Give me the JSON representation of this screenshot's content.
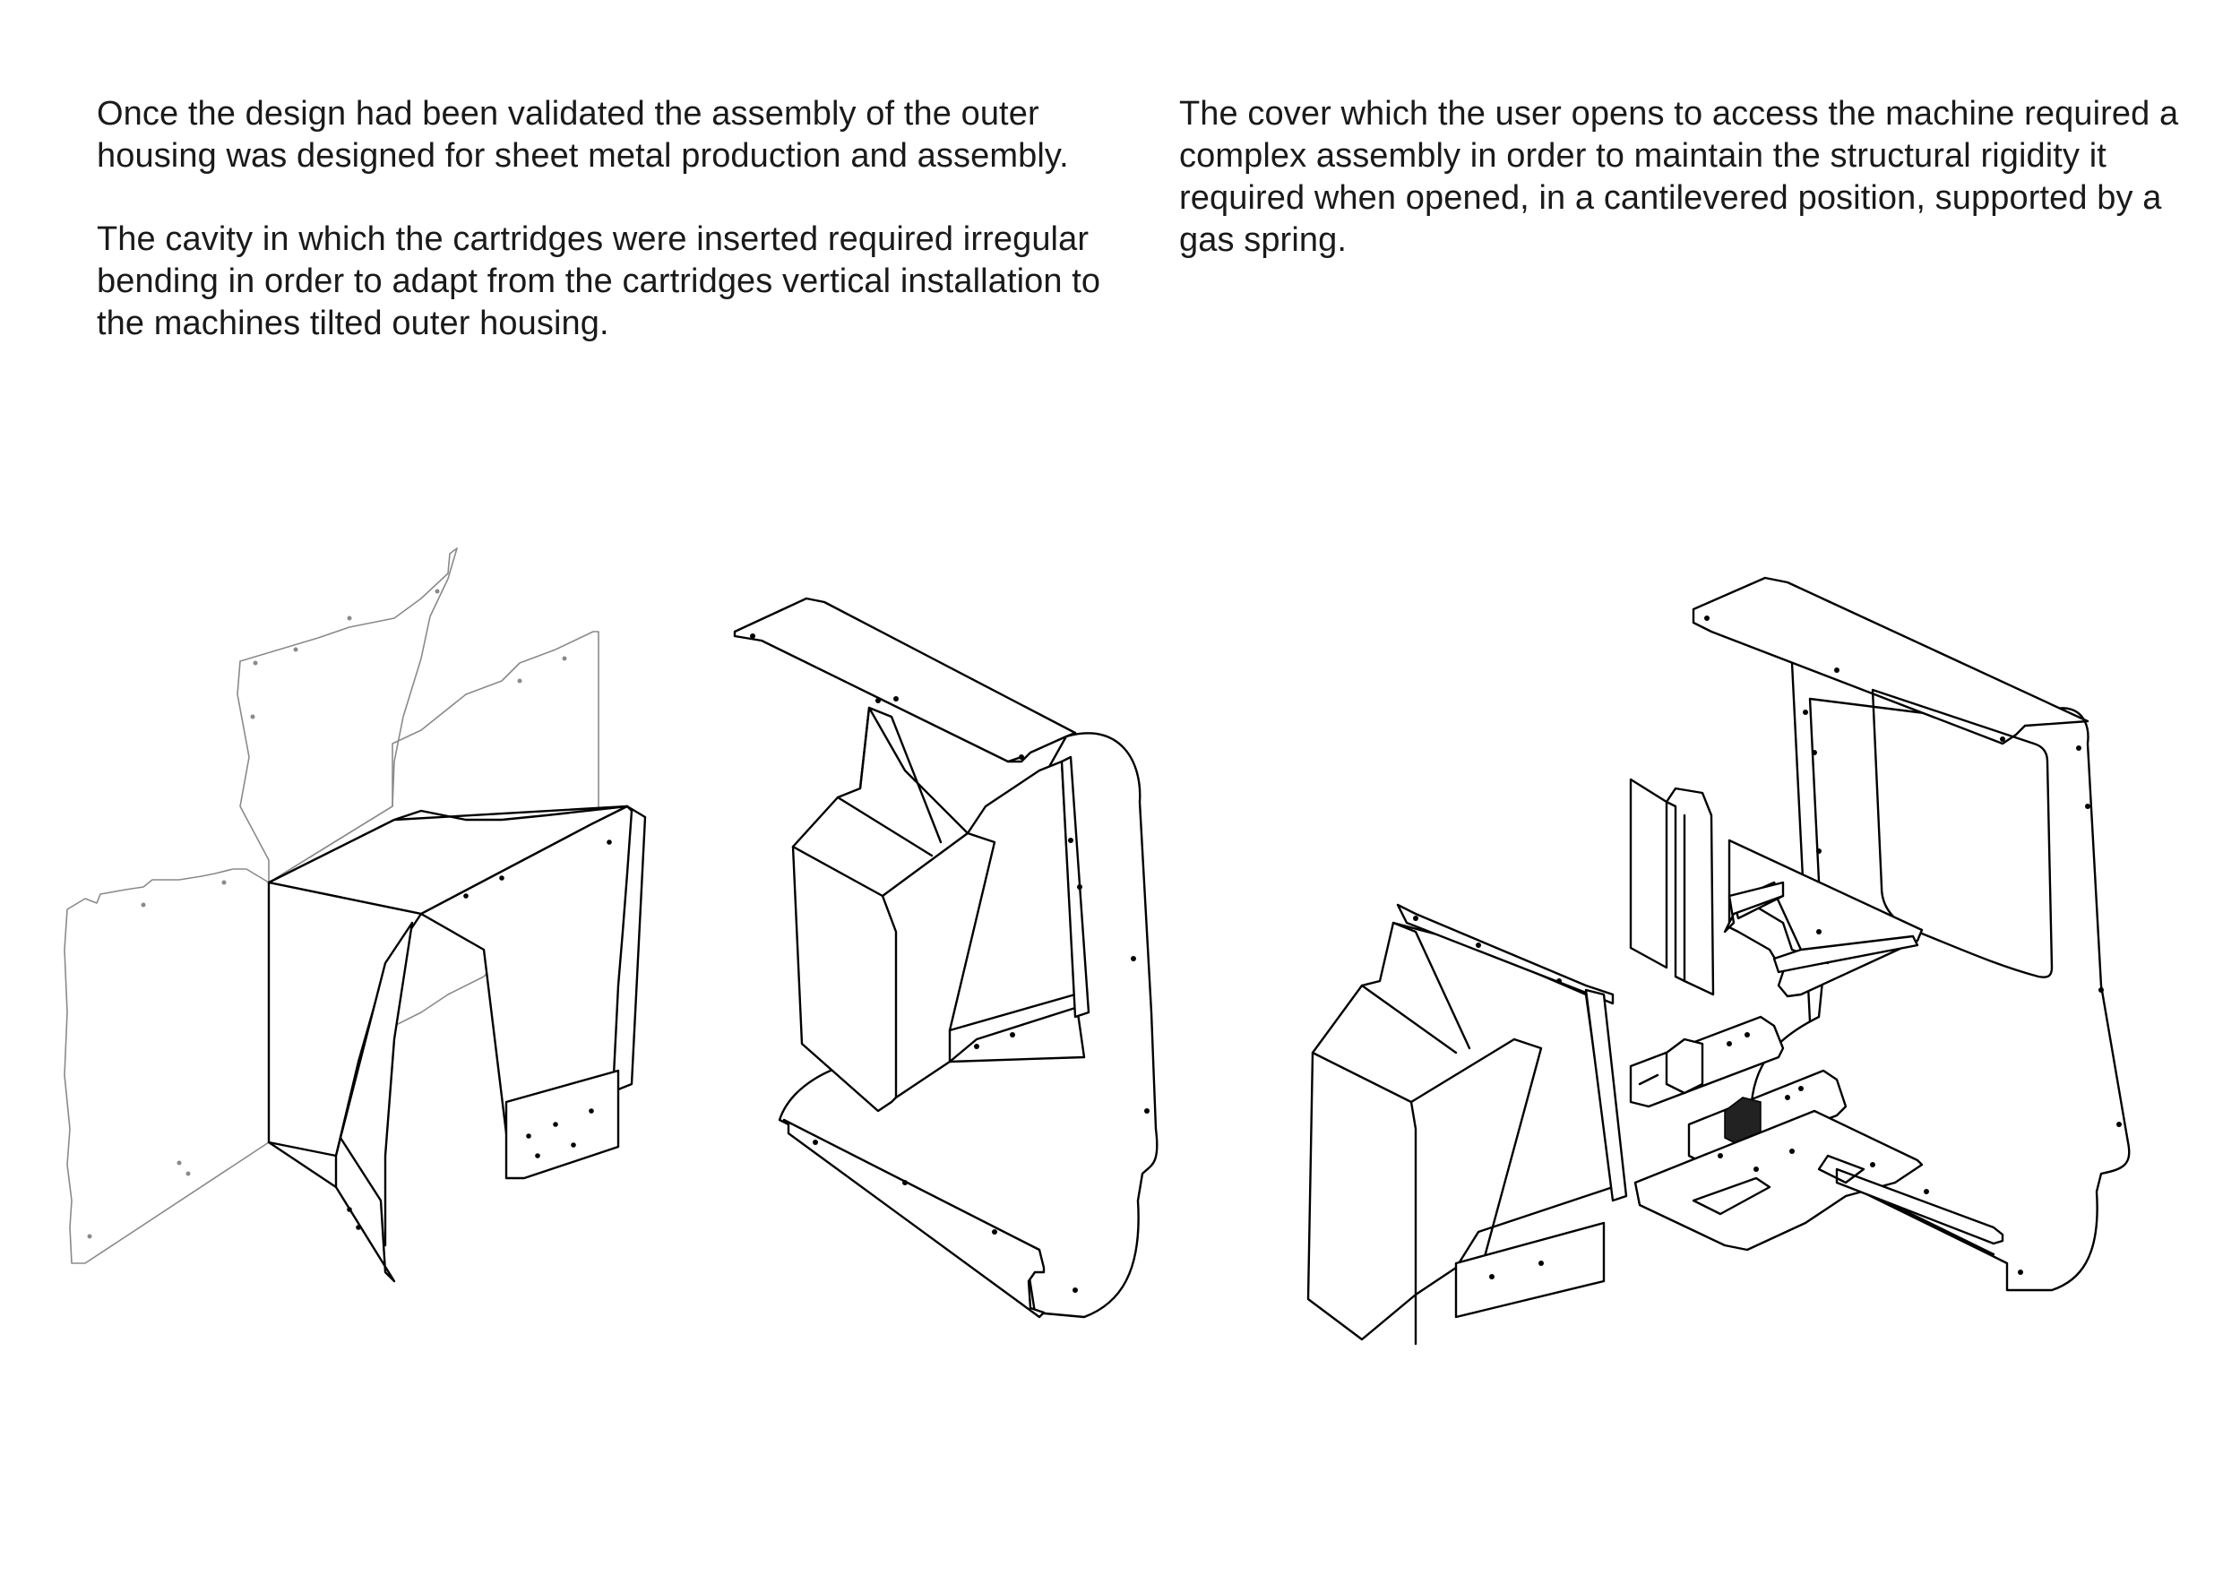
{
  "left_column": {
    "paragraph_1": "Once the design had been validated the assembly of the outer housing was designed for sheet metal production and assembly.",
    "paragraph_2": "The cavity in which the cartridges were inserted required irregular bending in order to adapt from the cartridges vertical installation to the machines tilted outer housing."
  },
  "right_column": {
    "paragraph_1": "The cover which the user opens to access the machine required a complex assembly in order to maintain the structural rigidity it required when opened, in a cantilevered position, supported by a gas spring."
  },
  "drawings": {
    "drawing_1_icon": "exploded-sheet-metal-cavity-drawing",
    "drawing_2_icon": "assembled-outer-housing-drawing",
    "drawing_3_icon": "exploded-cover-assembly-drawing",
    "line_color": "#000000",
    "ghost_line_color": "#8a8a8a",
    "background_color": "#ffffff"
  }
}
